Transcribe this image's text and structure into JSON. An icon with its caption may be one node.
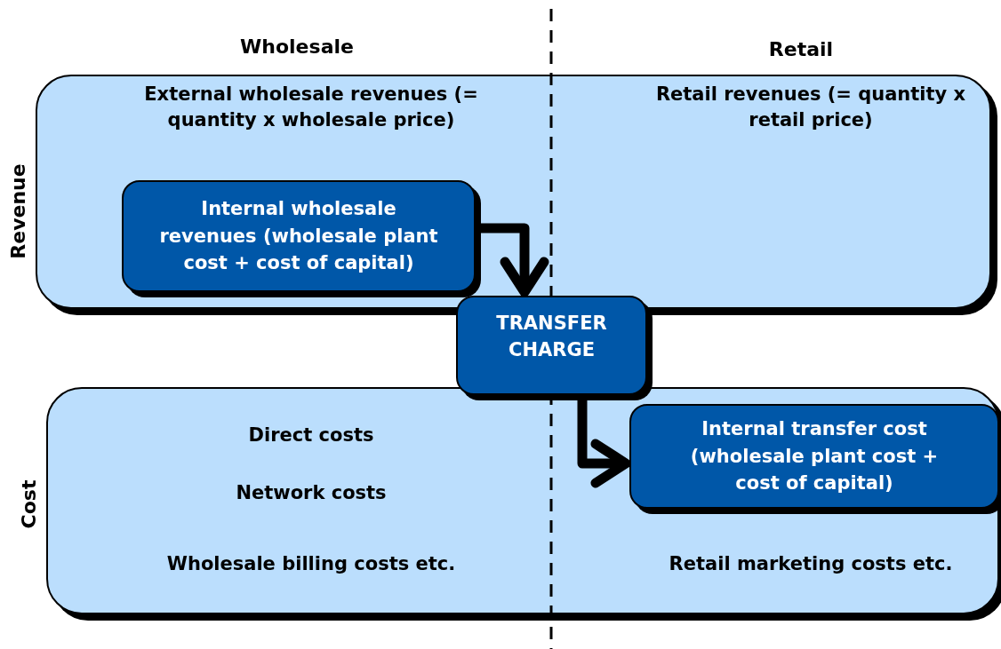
{
  "diagram": {
    "nodes": [
      {
        "text": [
          "External wholesale revenues (= quantity x wholesale price)",
          "Retail revenues (= quantity x retail price)"
        ],
        "beside": [
          "Revenue"
        ]
      },
      {
        "text": [
          "Internal wholesale revenues (wholesale plant cost + cost of capital)"
        ],
        "in": 0
      },
      {
        "text": [
          "TRANSFER CHARGE"
        ]
      },
      {
        "text": [
          "Direct costs",
          "Network costs",
          "Wholesale billing costs etc.",
          "Retail marketing costs etc."
        ],
        "beside": [
          "Cost"
        ]
      },
      {
        "text": [
          "Internal transfer cost (wholesale plant cost + cost of capital)"
        ],
        "in": 3
      }
    ],
    "edges": [
      {
        "from": 1,
        "to": 2,
        "arrow": "to"
      },
      {
        "from": 2,
        "to": 4,
        "arrow": "to"
      }
    ],
    "labels": [
      "Wholesale",
      "Retail"
    ]
  }
}
